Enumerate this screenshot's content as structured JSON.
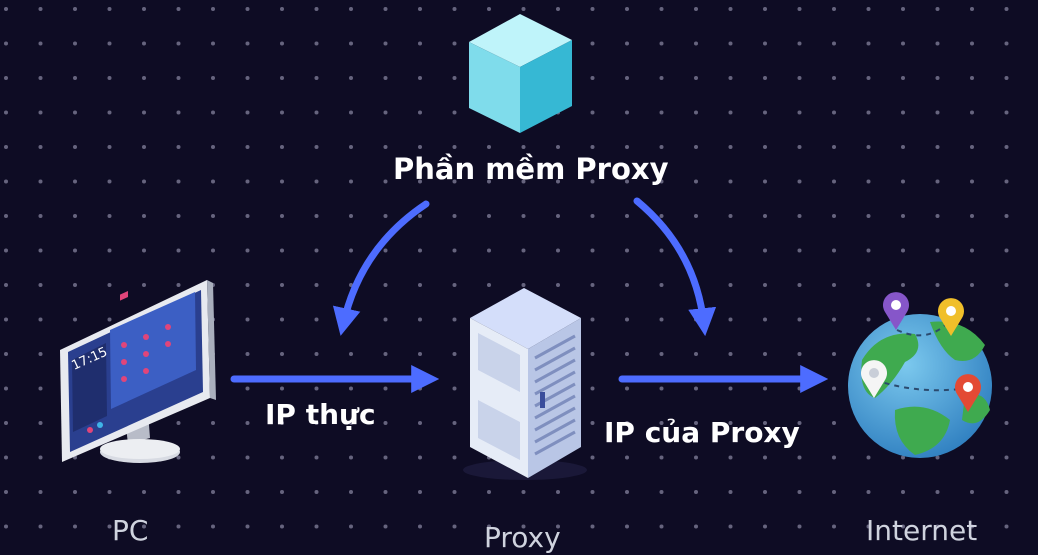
{
  "labels": {
    "software": "Phần mềm Proxy",
    "ip_real": "IP thực",
    "ip_proxy": "IP của Proxy",
    "pc": "PC",
    "proxy": "Proxy",
    "internet": "Internet"
  },
  "pc_screen": {
    "clock": "17:15"
  },
  "colors": {
    "background": "#0e0c24",
    "dot": "#8b8aa5",
    "arrow": "#4d6cff",
    "cube_top": "#bff4fa",
    "cube_left": "#7fdceb",
    "cube_right": "#36b8d4",
    "server_front": "#e6ecf7",
    "server_side": "#b9c6e6",
    "globe_sea": "#45a3d8",
    "globe_land": "#3faa4f"
  },
  "icons": [
    "cube-icon",
    "computer-monitor-icon",
    "server-rack-icon",
    "globe-icon",
    "location-pin-icon"
  ]
}
